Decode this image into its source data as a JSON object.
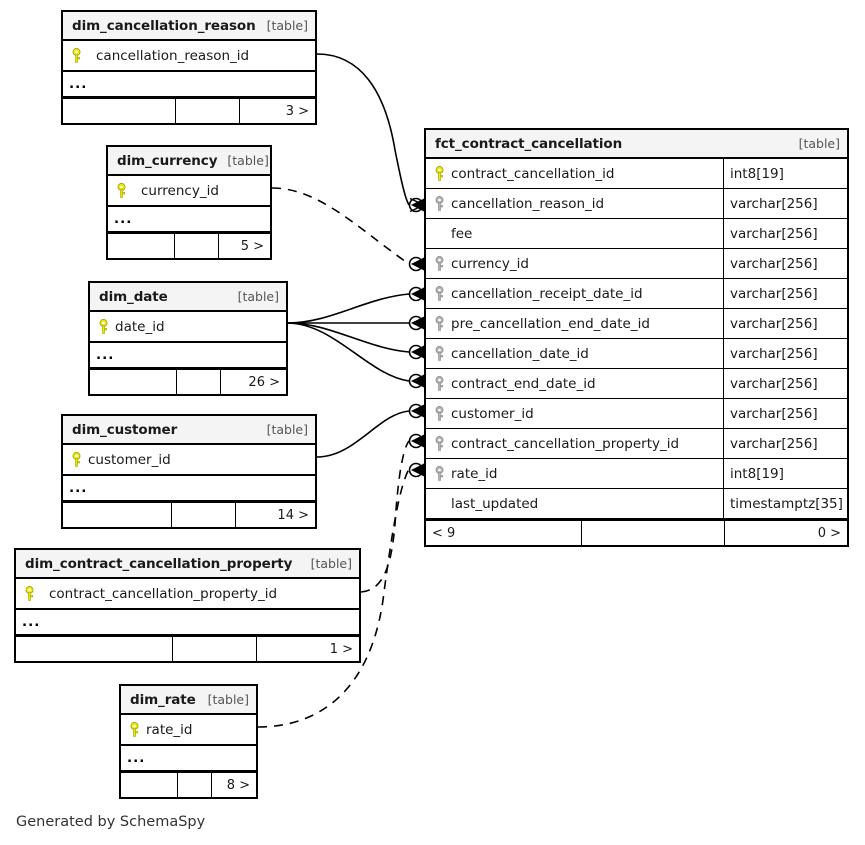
{
  "diagram": {
    "tool": "SchemaSpy",
    "footer_credit": "Generated by SchemaSpy",
    "table_tag": "[table]",
    "ellipsis": "...",
    "colors": {
      "primary_key": "#e8e80d",
      "foreign_key": "#b3b3b3",
      "border": "#000000",
      "header_background": "#f4f4f4",
      "background": "#ffffff"
    }
  },
  "tables": [
    {
      "id": "dim_cancellation_reason",
      "name": "dim_cancellation_reason",
      "tag": "[table]",
      "columns": [
        {
          "name": "cancellation_reason_id",
          "key": "primary"
        }
      ],
      "more": "...",
      "footer": {
        "left": "",
        "middle": "",
        "right": "3 >"
      }
    },
    {
      "id": "dim_currency",
      "name": "dim_currency",
      "tag": "[table]",
      "columns": [
        {
          "name": "currency_id",
          "key": "primary"
        }
      ],
      "more": "...",
      "footer": {
        "left": "",
        "middle": "",
        "right": "5 >"
      }
    },
    {
      "id": "dim_date",
      "name": "dim_date",
      "tag": "[table]",
      "columns": [
        {
          "name": "date_id",
          "key": "primary"
        }
      ],
      "more": "...",
      "footer": {
        "left": "",
        "middle": "",
        "right": "26 >"
      }
    },
    {
      "id": "dim_customer",
      "name": "dim_customer",
      "tag": "[table]",
      "columns": [
        {
          "name": "customer_id",
          "key": "primary"
        }
      ],
      "more": "...",
      "footer": {
        "left": "",
        "middle": "",
        "right": "14 >"
      }
    },
    {
      "id": "dim_contract_cancellation_property",
      "name": "dim_contract_cancellation_property",
      "tag": "[table]",
      "columns": [
        {
          "name": "contract_cancellation_property_id",
          "key": "primary"
        }
      ],
      "more": "...",
      "footer": {
        "left": "",
        "middle": "",
        "right": "1 >"
      }
    },
    {
      "id": "dim_rate",
      "name": "dim_rate",
      "tag": "[table]",
      "columns": [
        {
          "name": "rate_id",
          "key": "primary"
        }
      ],
      "more": "...",
      "footer": {
        "left": "",
        "middle": "",
        "right": "8 >"
      }
    },
    {
      "id": "fct_contract_cancellation",
      "name": "fct_contract_cancellation",
      "tag": "[table]",
      "columns": [
        {
          "name": "contract_cancellation_id",
          "type": "int8[19]",
          "key": "primary"
        },
        {
          "name": "cancellation_reason_id",
          "type": "varchar[256]",
          "key": "foreign"
        },
        {
          "name": "fee",
          "type": "varchar[256]",
          "key": "none"
        },
        {
          "name": "currency_id",
          "type": "varchar[256]",
          "key": "foreign"
        },
        {
          "name": "cancellation_receipt_date_id",
          "type": "varchar[256]",
          "key": "foreign"
        },
        {
          "name": "pre_cancellation_end_date_id",
          "type": "varchar[256]",
          "key": "foreign"
        },
        {
          "name": "cancellation_date_id",
          "type": "varchar[256]",
          "key": "foreign"
        },
        {
          "name": "contract_end_date_id",
          "type": "varchar[256]",
          "key": "foreign"
        },
        {
          "name": "customer_id",
          "type": "varchar[256]",
          "key": "foreign"
        },
        {
          "name": "contract_cancellation_property_id",
          "type": "varchar[256]",
          "key": "foreign"
        },
        {
          "name": "rate_id",
          "type": "int8[19]",
          "key": "foreign"
        },
        {
          "name": "last_updated",
          "type": "timestamptz[35]",
          "key": "none"
        }
      ],
      "footer": {
        "left": "< 9",
        "middle": "",
        "right": "0 >"
      }
    }
  ],
  "relationships": [
    {
      "from": "dim_cancellation_reason",
      "from_column": "cancellation_reason_id",
      "to": "fct_contract_cancellation",
      "to_column": "cancellation_reason_id",
      "style": "solid"
    },
    {
      "from": "dim_currency",
      "from_column": "currency_id",
      "to": "fct_contract_cancellation",
      "to_column": "currency_id",
      "style": "dashed"
    },
    {
      "from": "dim_date",
      "from_column": "date_id",
      "to": "fct_contract_cancellation",
      "to_column": "cancellation_receipt_date_id",
      "style": "solid"
    },
    {
      "from": "dim_date",
      "from_column": "date_id",
      "to": "fct_contract_cancellation",
      "to_column": "pre_cancellation_end_date_id",
      "style": "solid"
    },
    {
      "from": "dim_date",
      "from_column": "date_id",
      "to": "fct_contract_cancellation",
      "to_column": "cancellation_date_id",
      "style": "solid"
    },
    {
      "from": "dim_date",
      "from_column": "date_id",
      "to": "fct_contract_cancellation",
      "to_column": "contract_end_date_id",
      "style": "solid"
    },
    {
      "from": "dim_customer",
      "from_column": "customer_id",
      "to": "fct_contract_cancellation",
      "to_column": "customer_id",
      "style": "solid"
    },
    {
      "from": "dim_contract_cancellation_property",
      "from_column": "contract_cancellation_property_id",
      "to": "fct_contract_cancellation",
      "to_column": "contract_cancellation_property_id",
      "style": "dashed"
    },
    {
      "from": "dim_rate",
      "from_column": "rate_id",
      "to": "fct_contract_cancellation",
      "to_column": "rate_id",
      "style": "dashed"
    }
  ]
}
